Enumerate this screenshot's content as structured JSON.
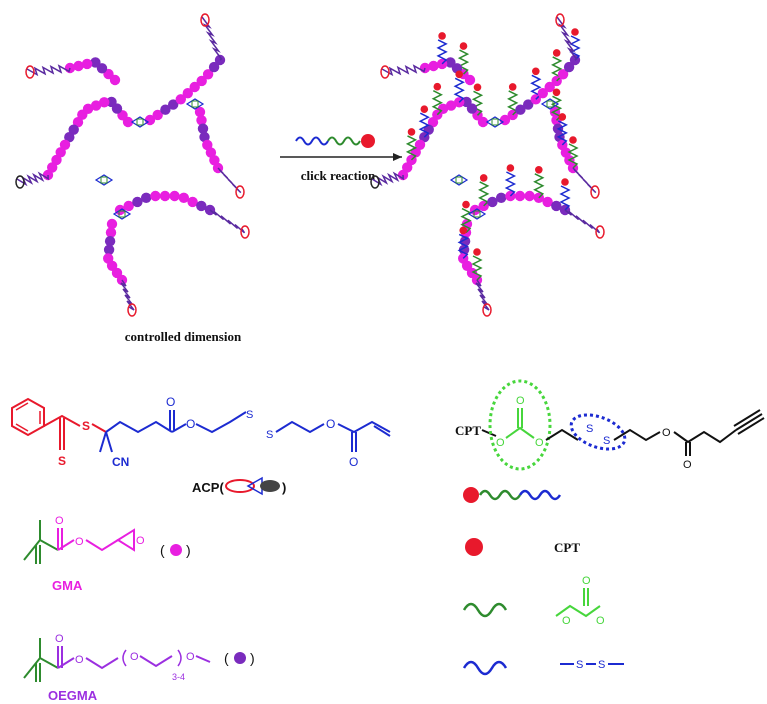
{
  "labels": {
    "click_reaction": "click reaction",
    "controlled_dimension": "controlled dimension",
    "acp_prefix": "ACP(",
    "acp_suffix": ")",
    "cn": "CN",
    "atom_s": "S",
    "atom_o": "O",
    "gma": "GMA",
    "oegma": "OEGMA",
    "oegma_repeat": "3-4",
    "cpt": "CPT",
    "paren_open": "(",
    "paren_close": ")"
  },
  "colors": {
    "pink_bead": "#e81fe0",
    "purple_bead": "#7a2bbd",
    "red": "#e8192c",
    "blue": "#1c2bd1",
    "green": "#2e8b2e",
    "bright_green": "#47d63c",
    "magenta": "#e81fe0",
    "violet": "#9b2fe0",
    "black": "#111111"
  }
}
